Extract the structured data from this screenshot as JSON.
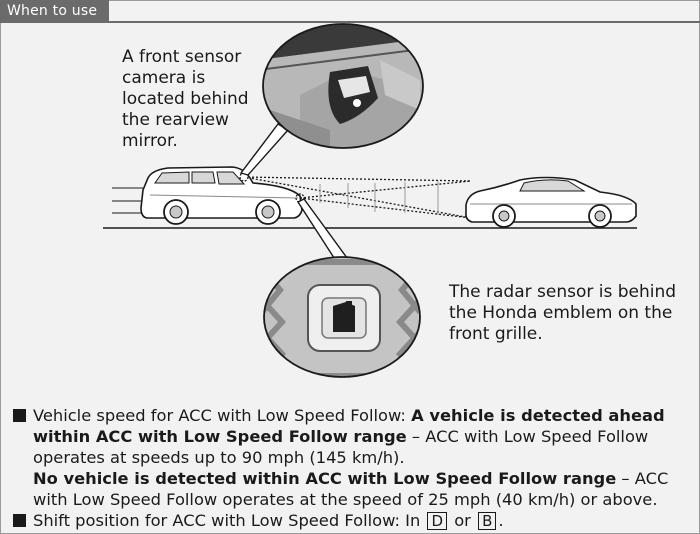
{
  "section_tab": "When to use",
  "labels": {
    "camera": "A front sensor camera is located behind the rearview mirror.",
    "radar": "The radar sensor is behind the Honda emblem on the front grille."
  },
  "bullets": {
    "speed_lead": "Vehicle speed for ACC with Low Speed Follow: ",
    "detected_bold": "A vehicle is detected ahead within ACC with Low Speed Follow range",
    "detected_text": " – ACC with Low Speed Follow operates at speeds up to 90 mph (145 km/h).",
    "not_detected_bold": "No vehicle is detected within ACC with Low Speed Follow range",
    "not_detected_text": " – ACC with Low Speed Follow operates at the speed of 25 mph (40 km/h) or above.",
    "shift_lead": "Shift position for ACC with Low Speed Follow: In ",
    "shift_d": "D",
    "shift_or": " or ",
    "shift_b": "B",
    "shift_end": "."
  }
}
